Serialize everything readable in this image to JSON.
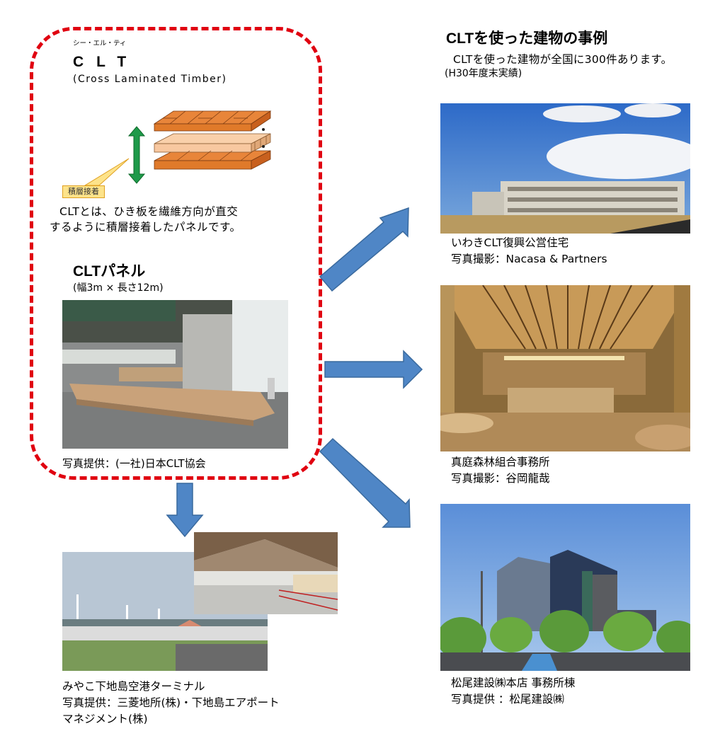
{
  "clt_box": {
    "reading": "シー・エル・ティ",
    "title": "CLT",
    "full_name": "(Cross Laminated Timber)",
    "callout_label": "積層接着",
    "description_line1": "CLTとは、ひき板を繊維方向が直交",
    "description_line2": "するように積層接着したパネルです。",
    "panel_title": "CLTパネル",
    "panel_size": "(幅3m × 長さ12m)",
    "panel_credit": "写真提供：(一社)日本CLT協会",
    "border_color": "#e00010"
  },
  "examples": {
    "title": "CLTを使った建物の事例",
    "subtitle": "CLTを使った建物が全国に300件あります。",
    "note": "(H30年度末実績)",
    "items": [
      {
        "name": "いわきCLT復興公営住宅",
        "credit": "写真撮影：Nacasa & Partners"
      },
      {
        "name": "真庭森林組合事務所",
        "credit": "写真撮影：谷岡龍哉"
      },
      {
        "name": "松尾建設㈱本店 事務所棟",
        "credit": "写真提供 ：松尾建設㈱"
      }
    ]
  },
  "airport": {
    "name": "みやこ下地島空港ターミナル",
    "credit_line1": "写真提供：三菱地所(株)・下地島エアポート",
    "credit_line2": "マネジメント(株)"
  },
  "colors": {
    "arrow_fill": "#4f86c6",
    "arrow_stroke": "#3a6a9e",
    "dash_red": "#e00010",
    "arrow_green": "#1e9a4a",
    "wood_dark": "#e07a2a",
    "wood_light": "#f8c8a0"
  }
}
